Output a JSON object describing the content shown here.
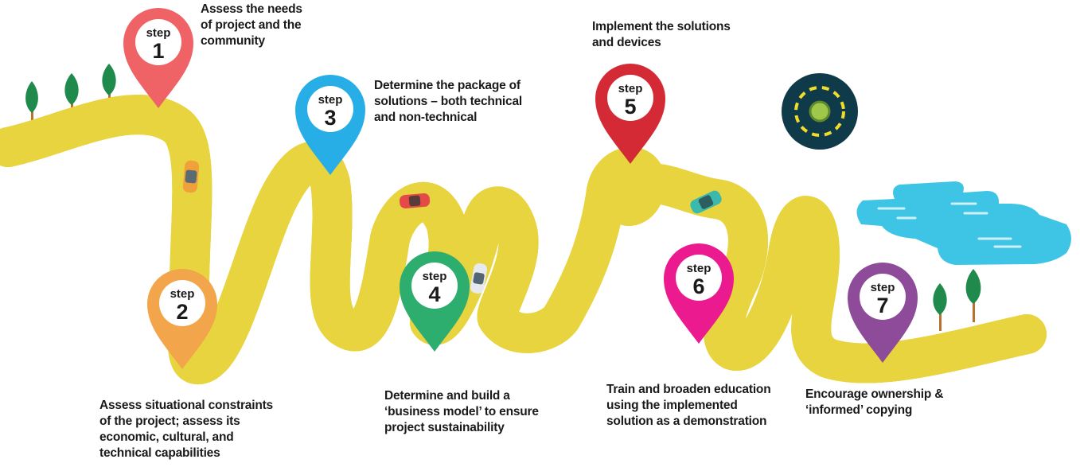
{
  "colors": {
    "road": "#0e3a4a",
    "road_border": "#e7d43f",
    "lane_dash": "#f2dc2a",
    "tree": "#1f8a4c",
    "trunk": "#b8712f",
    "pond": "#3ec5e5"
  },
  "steps": [
    {
      "word": "step",
      "number": "1",
      "color": "#ef6366",
      "caption": [
        "Assess the needs",
        "of project and the",
        "community"
      ]
    },
    {
      "word": "step",
      "number": "2",
      "color": "#f2a54b",
      "caption": [
        "Assess situational constraints",
        "of the project; assess its",
        "economic, cultural, and",
        "technical capabilities"
      ]
    },
    {
      "word": "step",
      "number": "3",
      "color": "#27aee6",
      "caption": [
        "Determine the package of",
        "solutions – both technical",
        "and non-technical"
      ]
    },
    {
      "word": "step",
      "number": "4",
      "color": "#2eae6e",
      "caption": [
        "Determine and build a",
        "‘business model’ to ensure",
        "project sustainability"
      ]
    },
    {
      "word": "step",
      "number": "5",
      "color": "#d42a36",
      "caption": [
        "Implement the solutions",
        "and devices"
      ]
    },
    {
      "word": "step",
      "number": "6",
      "color": "#ec1a8f",
      "caption": [
        "Train and broaden education",
        "using the implemented",
        "solution as a demonstration"
      ]
    },
    {
      "word": "step",
      "number": "7",
      "color": "#8d4b9a",
      "caption": [
        "Encourage ownership &",
        "‘informed’ copying"
      ]
    }
  ]
}
